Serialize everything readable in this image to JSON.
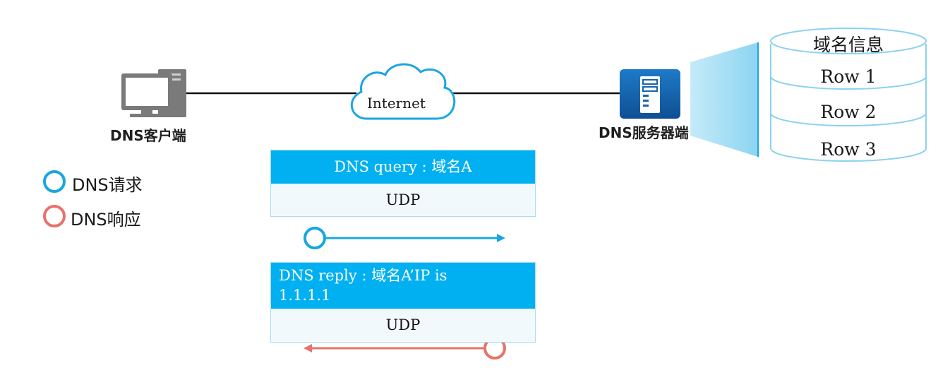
{
  "client": {
    "label": "DNS客户端"
  },
  "server": {
    "label": "DNS服务器端"
  },
  "network": {
    "label": "Internet"
  },
  "database": {
    "header": "域名信息",
    "rows": [
      "Row 1",
      "Row 2",
      "Row 3"
    ]
  },
  "query_packet": {
    "header": "DNS query : 域名A",
    "transport": "UDP"
  },
  "reply_packet": {
    "header_line1": "DNS reply : 域名A’IP is",
    "header_line2": "1.1.1.1",
    "transport": "UDP"
  },
  "legend": {
    "request": {
      "label": "DNS请求",
      "color": "#1aa6e0"
    },
    "response": {
      "label": "DNS响应",
      "color": "#e8736a"
    }
  },
  "colors": {
    "request_arrow": "#1aa6e0",
    "response_arrow": "#e8736a",
    "packet_header": "#00b0f0",
    "server_icon": "#1565b0",
    "client_icon": "#7a7a7a"
  }
}
